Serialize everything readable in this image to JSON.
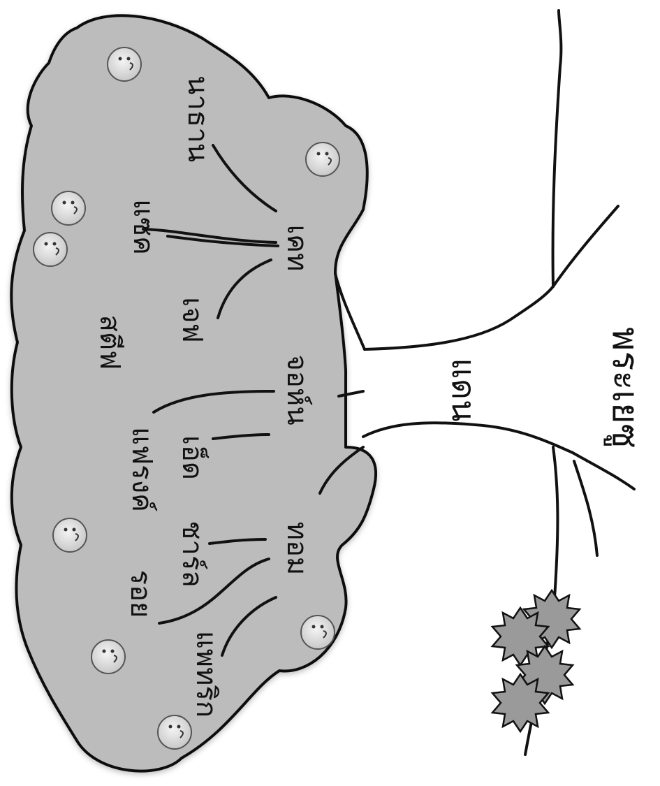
{
  "diagram": {
    "title": "พระเยซู",
    "root_label": "แดน",
    "colors": {
      "cloud_fill": "#bcbcbc",
      "stroke": "#111111",
      "face_fill": "#e4e4e4",
      "bush_fill": "#9a9a9a"
    },
    "hubs": [
      "เคท",
      "จอห์น",
      "ทอม"
    ],
    "names": {
      "nathan": "นาธาน",
      "zach": "แซค",
      "jeff": "เจฟ",
      "steve": "สตีฟ",
      "frank": "แฟรงค์",
      "ed": "เอ็ด",
      "charles": "ชาร์ล",
      "roy": "รอย",
      "patrick": "แพทริก"
    },
    "face_icon": "smiley-face-icon",
    "bush_icon": "spiky-bush-icon"
  }
}
